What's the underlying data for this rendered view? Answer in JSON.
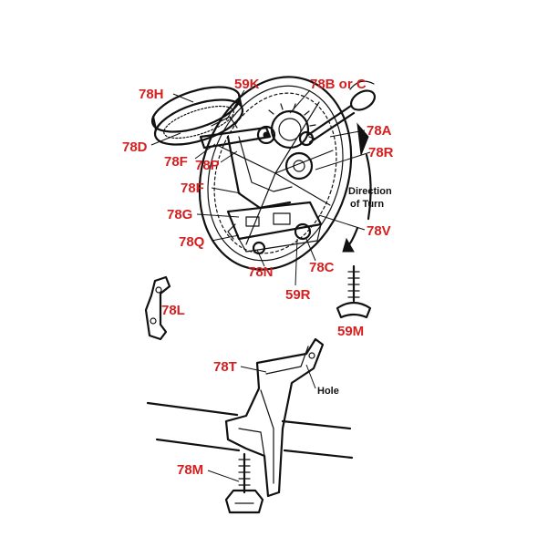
{
  "labels": {
    "l_78H": "78H",
    "l_59K": "59K",
    "l_78BC": "78B or C",
    "l_78A": "78A",
    "l_78D": "78D",
    "l_78F_top": "78F",
    "l_78P": "78P",
    "l_78R": "78R",
    "l_78F_mid": "78F",
    "l_78G": "78G",
    "l_78Q": "78Q",
    "l_78V": "78V",
    "l_78N": "78N",
    "l_78C": "78C",
    "l_59R": "59R",
    "l_78L": "78L",
    "l_59M": "59M",
    "l_78T": "78T",
    "l_78M": "78M"
  },
  "notes": {
    "direction_line1": "Direction",
    "direction_line2": "of Turn",
    "hole": "Hole"
  },
  "colors": {
    "label": "#d42020",
    "ink": "#111111",
    "background": "#ffffff"
  }
}
